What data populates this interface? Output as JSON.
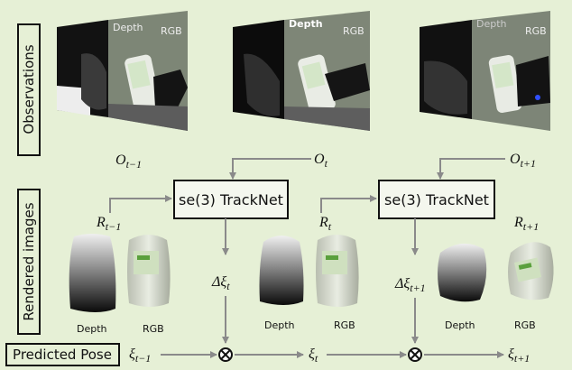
{
  "side_labels": {
    "observations": "Observations",
    "rendered_images": "Rendered images",
    "predicted_pose": "Predicted Pose"
  },
  "panel_labels": {
    "depth": "Depth",
    "rgb": "RGB"
  },
  "observations": {
    "o_prev": "O",
    "o_prev_sub": "t−1",
    "o_cur": "O",
    "o_cur_sub": "t",
    "o_next": "O",
    "o_next_sub": "t+1"
  },
  "tracknet_label": "se(3) TrackNet",
  "renders": {
    "r_prev": "R",
    "r_prev_sub": "t−1",
    "r_cur": "R",
    "r_cur_sub": "t",
    "r_next": "R",
    "r_next_sub": "t+1"
  },
  "deltas": {
    "d_cur": "Δξ",
    "d_cur_sub": "t",
    "d_next": "Δξ",
    "d_next_sub": "t+1"
  },
  "poses": {
    "p_prev": "ξ",
    "p_prev_sub": "t−1",
    "p_cur": "ξ",
    "p_cur_sub": "t",
    "p_next": "ξ",
    "p_next_sub": "t+1"
  },
  "colors": {
    "background": "#e6f0d6",
    "arrow": "#8a8a8a",
    "box_border": "#111111",
    "bottle_label": "#5aa03c"
  }
}
